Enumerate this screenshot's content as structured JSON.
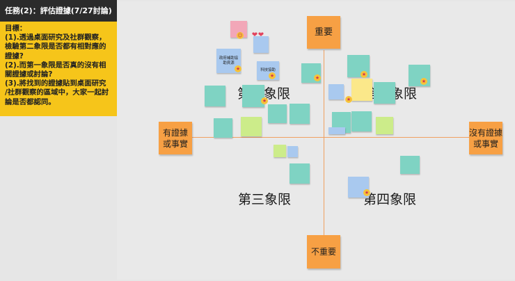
{
  "task_header": "任務(2)：評估證據(7/27討論)",
  "goal": {
    "lines": [
      "目標：",
      "(1).透過桌面研究及社群觀察，",
      "檢驗第二象限是否都有相對應的",
      "證據?",
      "(2).而第一象限是否真的沒有相",
      "關證據或討論?",
      "(3).將找到的證據貼到桌面研究",
      "/社群觀察的區域中，大家一起討",
      "論是否都認同。"
    ]
  },
  "axes": {
    "top": "重要",
    "bottom": "不重要",
    "left_line1": "有證據",
    "left_line2": "或事實",
    "right_line1": "沒有證據",
    "right_line2": "或事實"
  },
  "quadrants": {
    "q1": "第一象限",
    "q2": "第二象限",
    "q3": "第三象限",
    "q4": "第四象限"
  },
  "notes": [
    {
      "text": "政府補助協助資源",
      "color": "blue"
    },
    {
      "text": "科技協助",
      "color": "blue"
    },
    {
      "text": "",
      "color": "pink"
    },
    {
      "text": "",
      "color": "blue"
    },
    {
      "text": "",
      "color": "teal"
    },
    {
      "text": "",
      "color": "teal"
    },
    {
      "text": "",
      "color": "teal"
    },
    {
      "text": "",
      "color": "teal"
    },
    {
      "text": "",
      "color": "teal"
    },
    {
      "text": "",
      "color": "teal"
    },
    {
      "text": "",
      "color": "lime"
    },
    {
      "text": "",
      "color": "teal"
    },
    {
      "text": "",
      "color": "teal"
    },
    {
      "text": "",
      "color": "blue"
    },
    {
      "text": "",
      "color": "teal"
    },
    {
      "text": "",
      "color": "yellow"
    },
    {
      "text": "",
      "color": "teal"
    },
    {
      "text": "",
      "color": "teal"
    },
    {
      "text": "",
      "color": "blue"
    },
    {
      "text": "",
      "color": "lime"
    },
    {
      "text": "",
      "color": "teal"
    },
    {
      "text": "",
      "color": "teal"
    },
    {
      "text": "",
      "color": "lime"
    },
    {
      "text": "",
      "color": "blue"
    },
    {
      "text": "",
      "color": "teal"
    },
    {
      "text": "",
      "color": "teal"
    },
    {
      "text": "",
      "color": "blue"
    }
  ],
  "colors": {
    "task_bar": "#2b2b2b",
    "goal_bg": "#f6c51a",
    "axis_sticky": "#f7a044",
    "axis_line": "#f0a060",
    "board_bg": "#e6e6e6"
  }
}
